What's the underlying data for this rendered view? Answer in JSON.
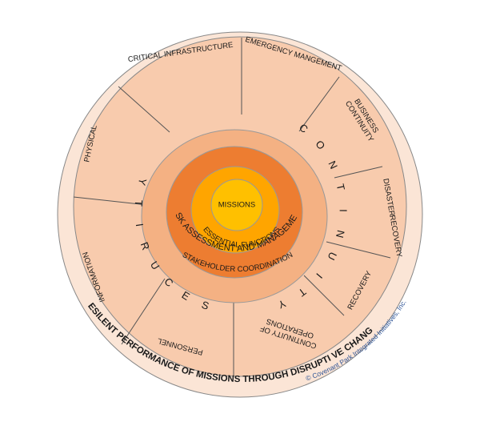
{
  "center": {
    "label": "MISSIONS"
  },
  "rings": {
    "essential": "ESSENTIAL FUNCTIONS",
    "risk": "RISK ASSESSMENT AND MANAGEMENT",
    "stakeholder": "STAKEHOLDER COORDINATION"
  },
  "groups": {
    "security": [
      "S",
      "E",
      "C",
      "U",
      "R",
      "I",
      "T",
      "Y"
    ],
    "continuity": [
      "C",
      "O",
      "N",
      "T",
      "I",
      "N",
      "U",
      "I",
      "T",
      "Y"
    ]
  },
  "segments": {
    "critical_infrastructure": "CRITICAL INFRASTRUCTURE",
    "emergency_management": "EMERGENCY MANGEMENT",
    "business_continuity": [
      "BUSINESS",
      "CONTINUITY"
    ],
    "disaster_recovery": [
      "DISASTER",
      "RECOVERY"
    ],
    "recovery": "RECOVERY",
    "continuity_of_operations": [
      "CONTINUITY OF",
      "OPERATIONS"
    ],
    "personnel": "PERSONNEL",
    "information": "INFORMATION",
    "physical": "PHYSICAL"
  },
  "outer_label": "RESILENT PERFORMANCE OF MISSIONS THROUGH DISRUPTI VE CHANGE",
  "copyright": "© Covenant Park Integrated Initiatives, Inc.",
  "colors": {
    "outer_ring": "#fbe5d6",
    "segments": "#f8cbad",
    "stakeholder": "#f4b183",
    "risk": "#ed7d31",
    "essential": "#ffa500",
    "missions": "#ffc000",
    "copyright": "#2f5597"
  }
}
